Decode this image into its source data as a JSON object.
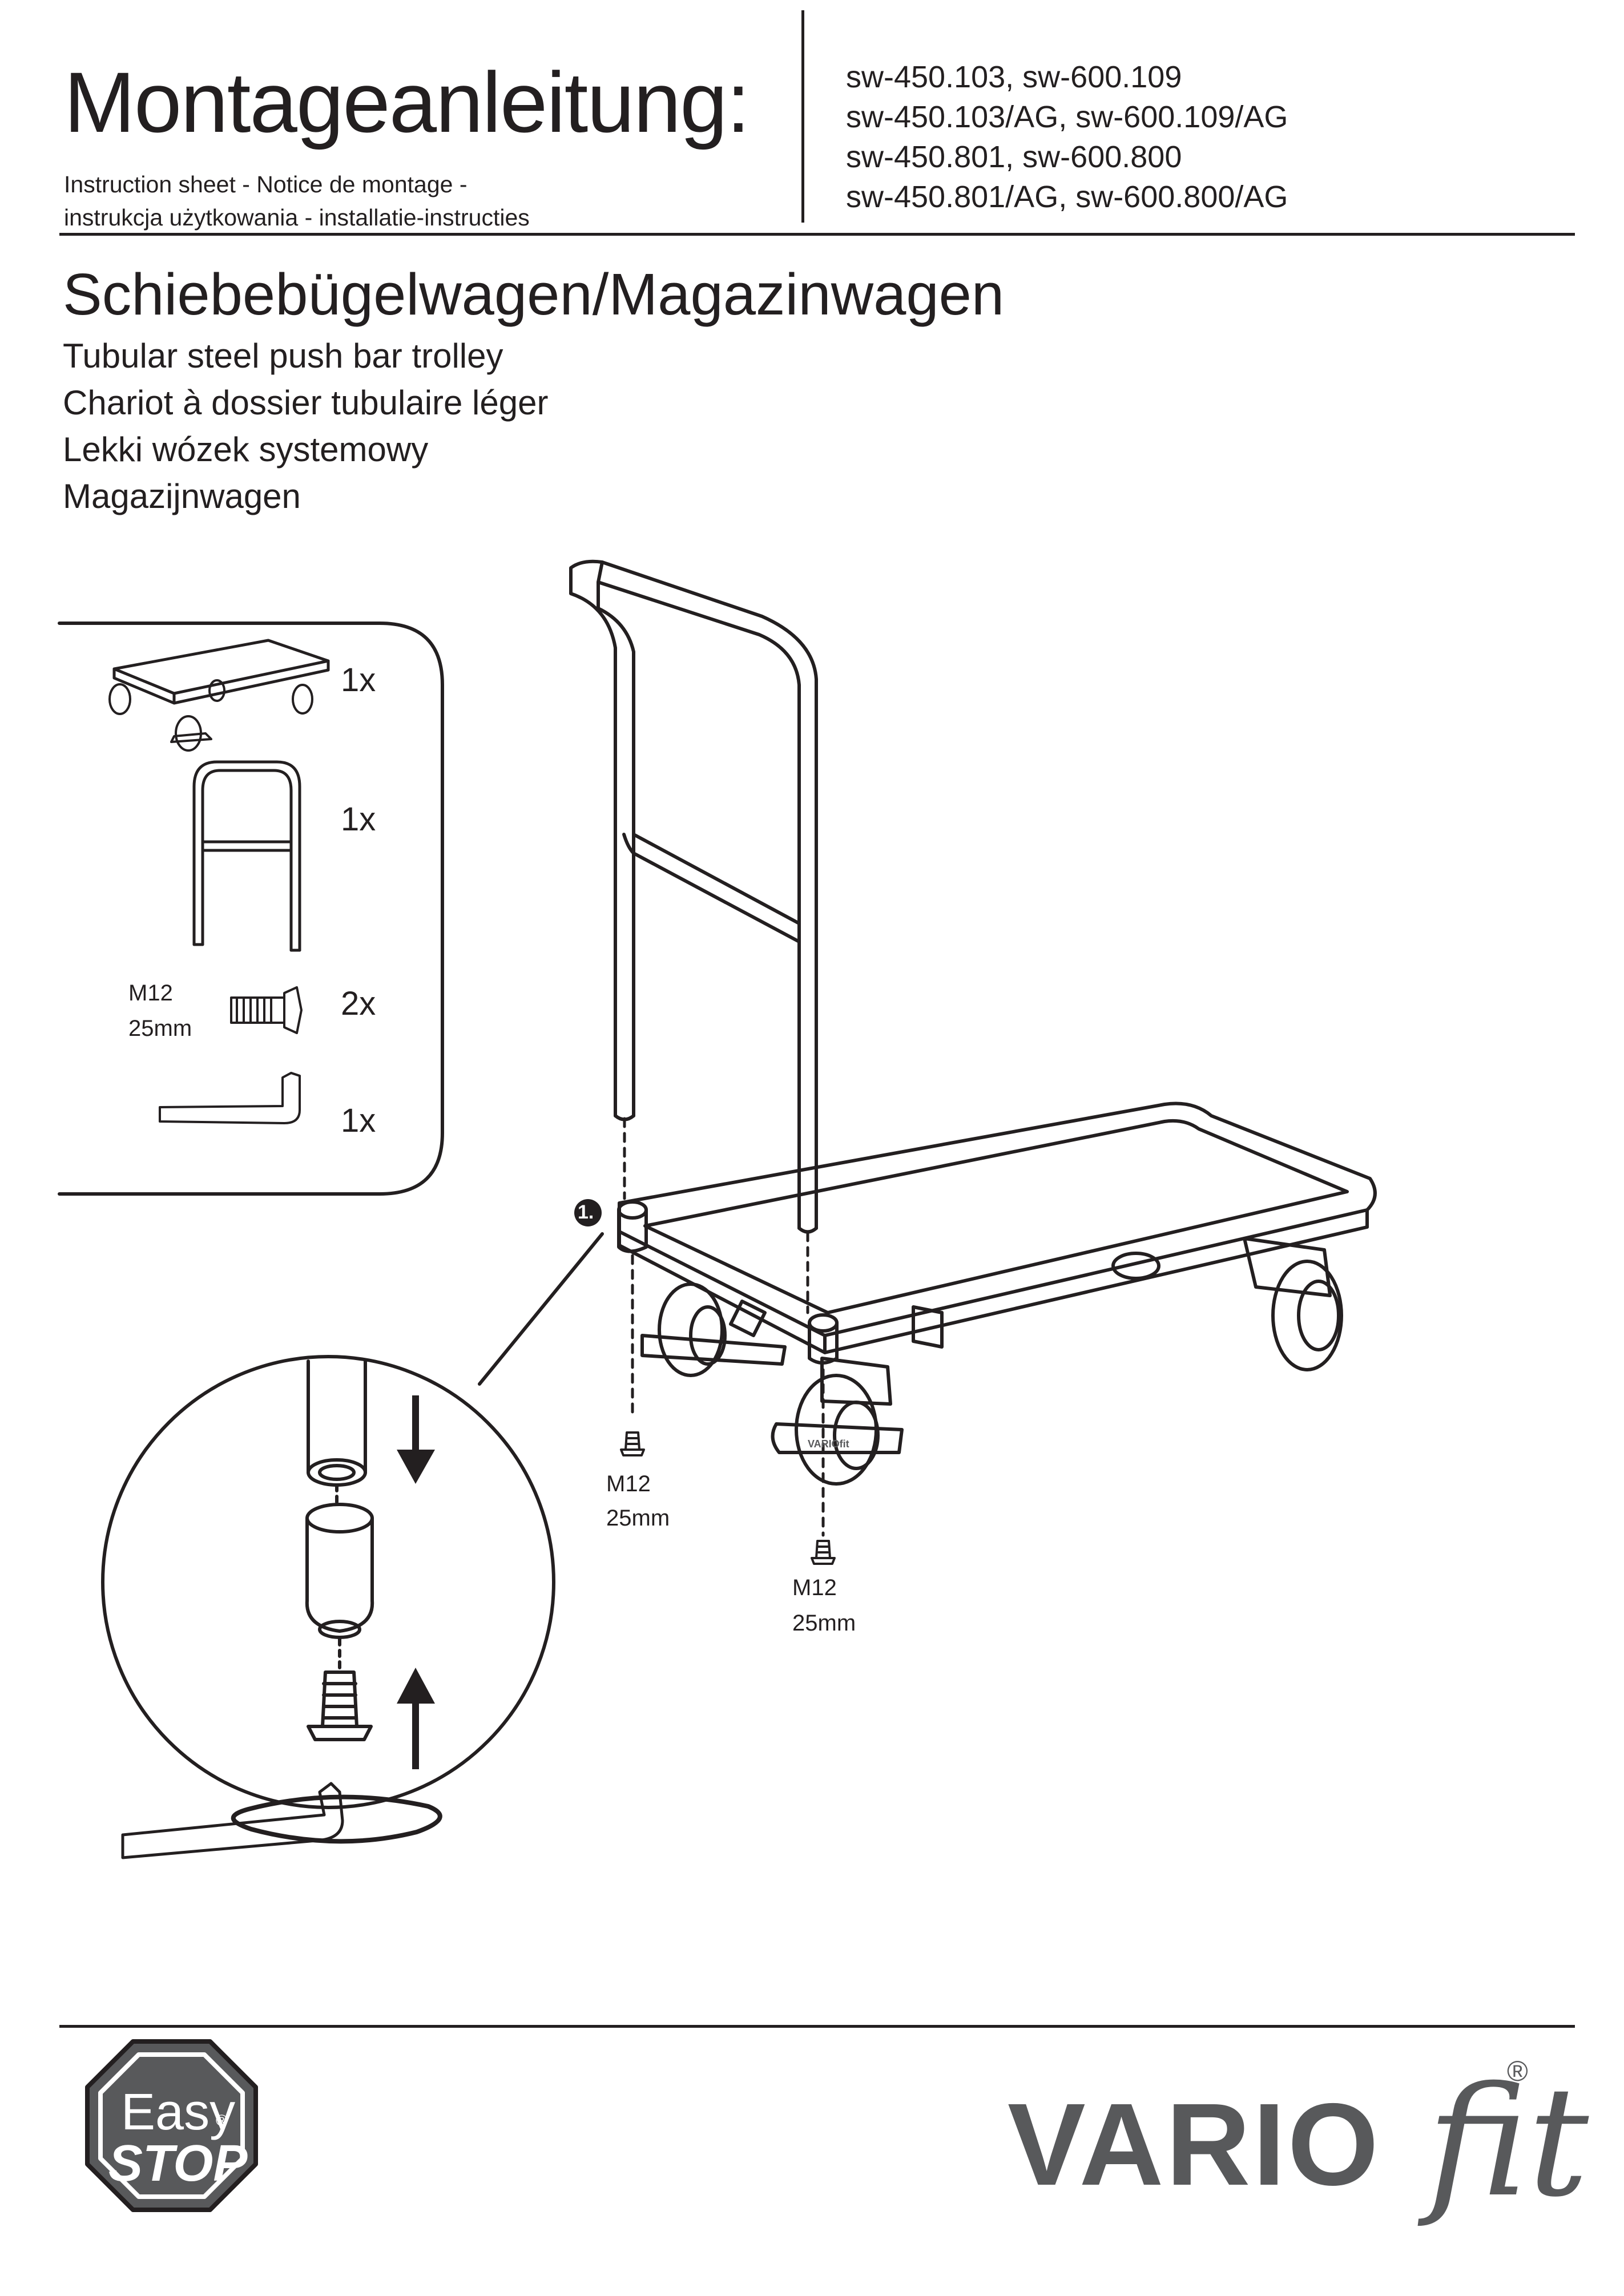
{
  "header": {
    "title": "Montageanleitung:",
    "subtitle_lines": [
      "Instruction sheet - Notice de montage  -",
      "instrukcja użytkowania - installatie-instructies"
    ],
    "model_numbers": [
      "sw-450.103, sw-600.109",
      "sw-450.103/AG, sw-600.109/AG",
      "sw-450.801, sw-600.800",
      "sw-450.801/AG, sw-600.800/AG"
    ]
  },
  "product": {
    "title": "Schiebebügelwagen/Magazinwagen",
    "translations": [
      "Tubular steel push bar trolley",
      "Chariot à dossier tubulaire léger",
      "Lekki wózek systemowy",
      "Magazijnwagen"
    ]
  },
  "parts_list": [
    {
      "name": "platform",
      "count": "1x"
    },
    {
      "name": "push-bar",
      "count": "1x"
    },
    {
      "name": "screw",
      "count": "2x",
      "label_size": "M12",
      "label_length": "25mm"
    },
    {
      "name": "hex-key",
      "count": "1x"
    }
  ],
  "assembly": {
    "step_number": "1.",
    "screw_label_1": {
      "size": "M12",
      "length": "25mm"
    },
    "screw_label_2": {
      "size": "M12",
      "length": "25mm"
    },
    "wheel_brand_text": "VARIOfit"
  },
  "footer": {
    "easystop_line1": "Easy",
    "easystop_line2": "STOP",
    "easystop_reg": "®",
    "brand_name": "VARIO",
    "brand_suffix": "fit",
    "brand_reg": "®"
  },
  "colors": {
    "text": "#231f20",
    "logo_gray": "#58595b",
    "line_art": "#231f20"
  },
  "icons": [
    "arrow-down-icon",
    "arrow-up-icon",
    "hex-key-icon",
    "screw-icon",
    "castor-wheel-icon",
    "rotation-icon"
  ]
}
